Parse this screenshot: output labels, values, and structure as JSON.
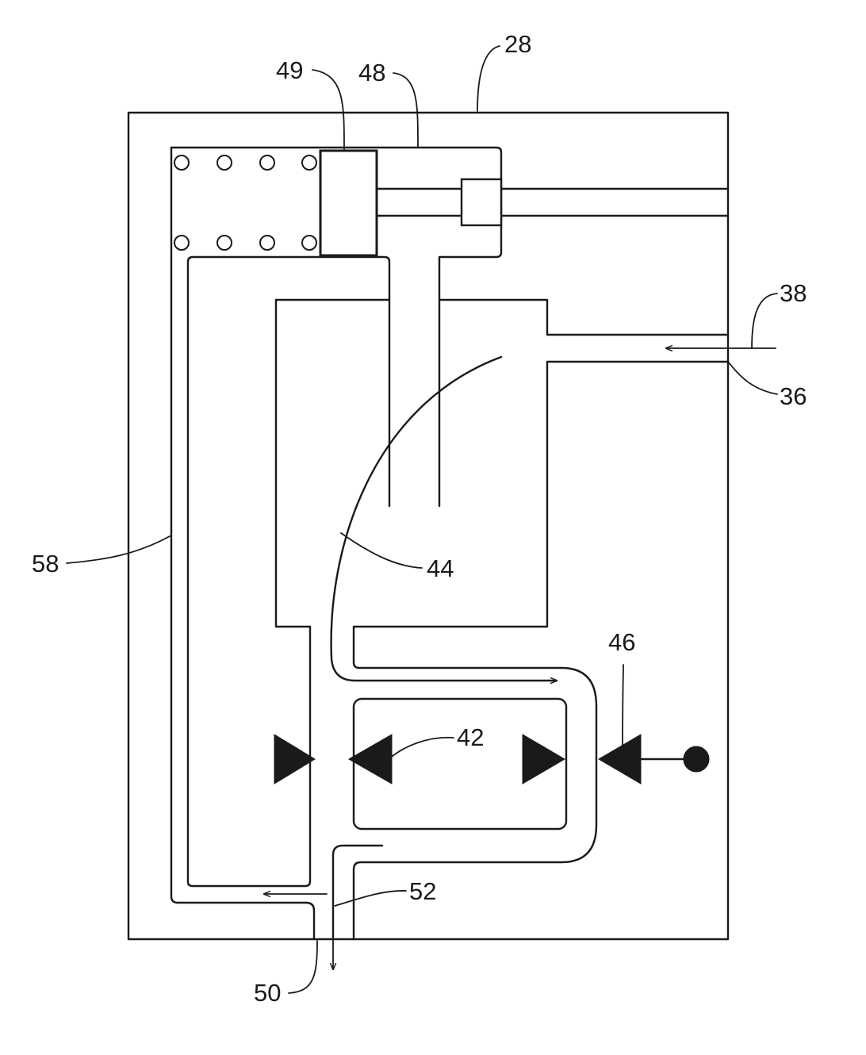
{
  "figure": {
    "labels": {
      "housing": "28",
      "inlet_port": "36",
      "inlet_flow": "38",
      "valves": "42",
      "flow_path": "44",
      "check_valve": "46",
      "actuator": "48",
      "piston": "49",
      "outlet": "50",
      "outlet_flow": "52",
      "bypass_channel": "58"
    }
  },
  "colors": {
    "line": "#1a1a1a",
    "background": "#ffffff"
  }
}
